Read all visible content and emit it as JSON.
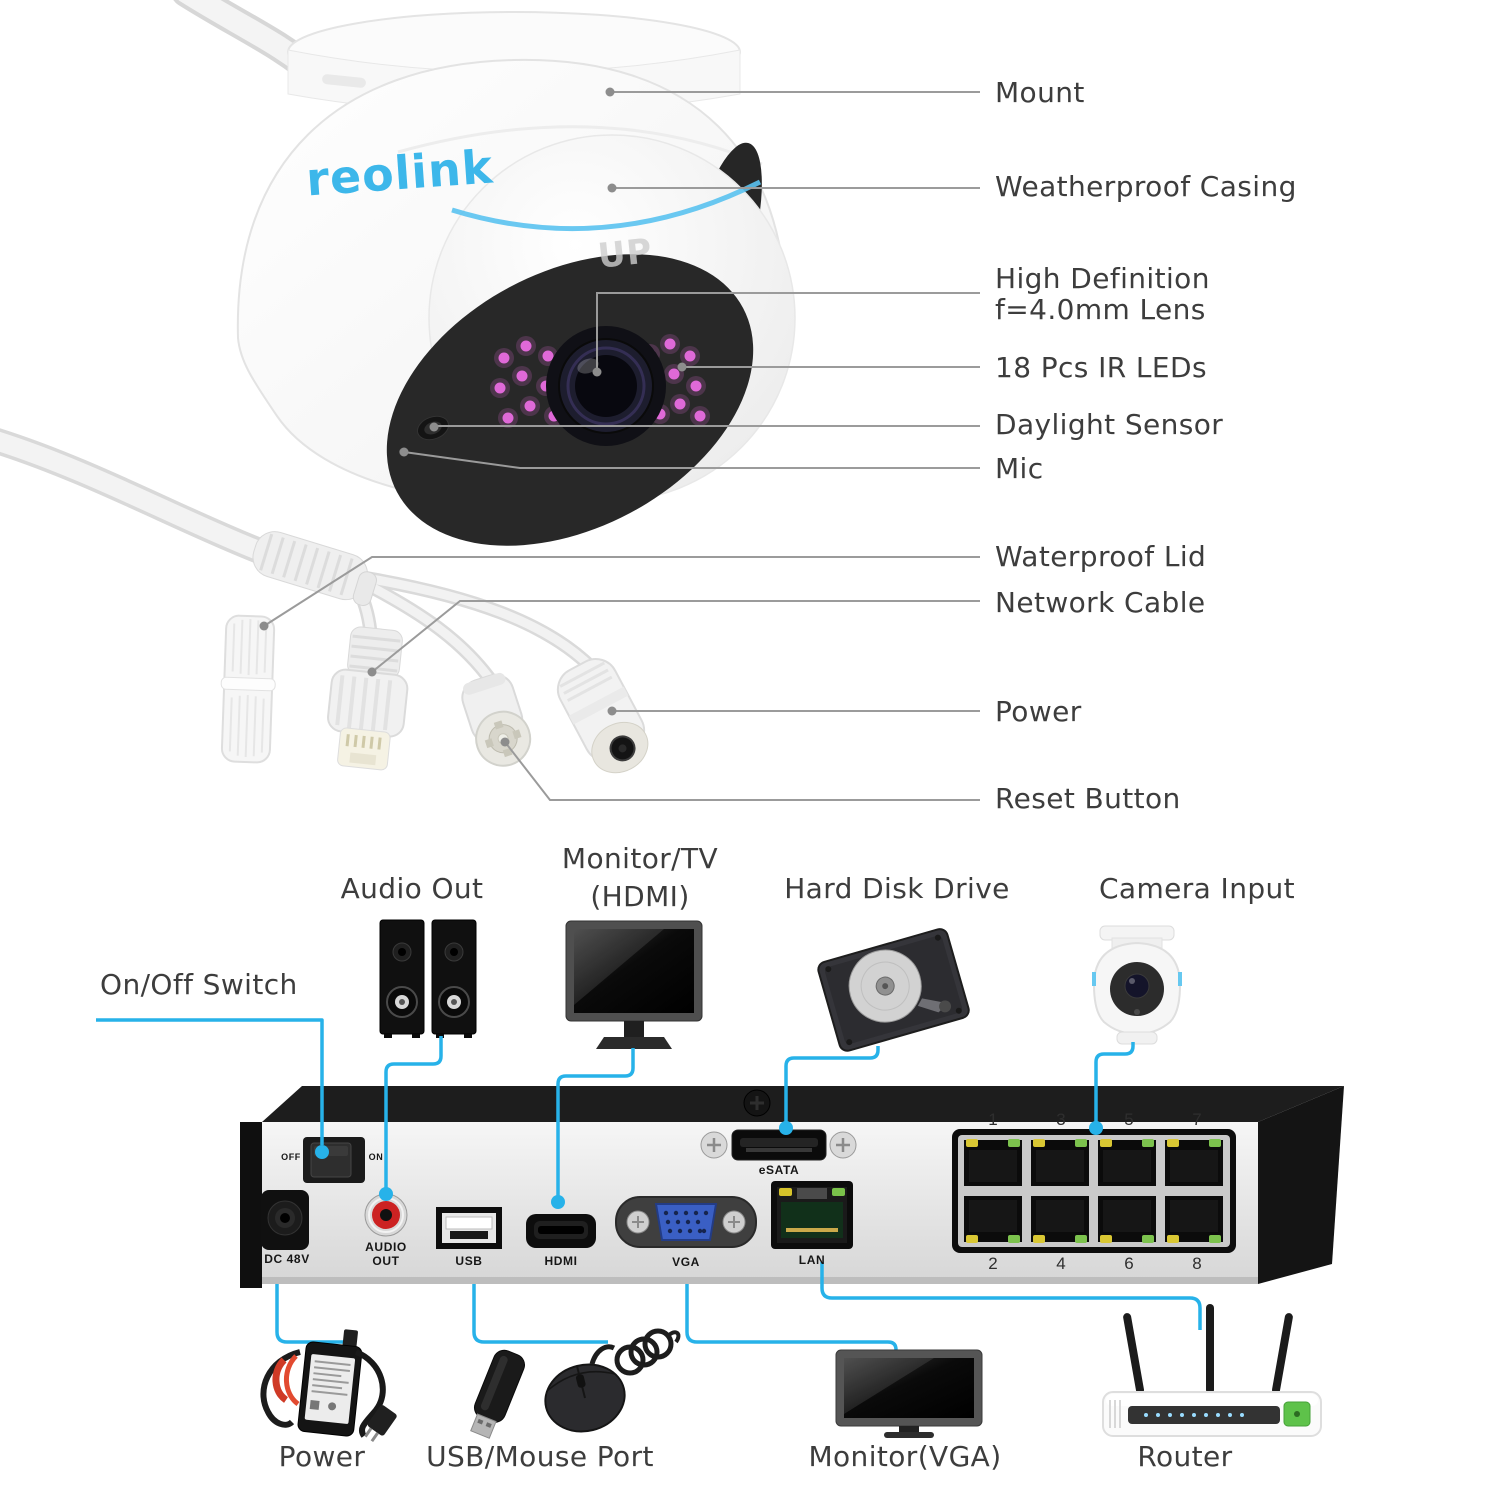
{
  "camera": {
    "brand": "reolink",
    "up_marking": "UP",
    "callouts": {
      "mount": "Mount",
      "casing": "Weatherproof Casing",
      "lens_line1": "High Definition",
      "lens_line2": "f=4.0mm Lens",
      "ir_leds": "18 Pcs IR LEDs",
      "daylight": "Daylight Sensor",
      "mic": "Mic",
      "lid": "Waterproof Lid",
      "network": "Network Cable",
      "power": "Power",
      "reset": "Reset Button"
    }
  },
  "nvr": {
    "callouts": {
      "switch": "On/Off Switch",
      "audio": "Audio Out",
      "monitor_hdmi_line1": "Monitor/TV",
      "monitor_hdmi_line2": "(HDMI)",
      "hdd": "Hard Disk Drive",
      "camera_input": "Camera Input",
      "power": "Power",
      "usb_mouse": "USB/Mouse Port",
      "monitor_vga": "Monitor(VGA)",
      "router": "Router"
    },
    "panel": {
      "switch_off": "OFF",
      "switch_on": "ON",
      "dc": "DC 48V",
      "audio_line1": "AUDIO",
      "audio_line2": "OUT",
      "usb": "USB",
      "hdmi": "HDMI",
      "vga": "VGA",
      "lan": "LAN",
      "esata": "eSATA",
      "ports_top": [
        "1",
        "3",
        "5",
        "7"
      ],
      "ports_bottom": [
        "2",
        "4",
        "6",
        "8"
      ]
    }
  },
  "colors": {
    "accent_cyan": "#27b2e9",
    "brand_blue": "#3db7ea",
    "callout_gray": "#9b9b9b",
    "ir_led_pink": "#e069d8",
    "led_yellow": "#d9c733",
    "led_green": "#7cc24d",
    "vga_blue": "#3a5fc4",
    "rca_red": "#cc2222"
  }
}
